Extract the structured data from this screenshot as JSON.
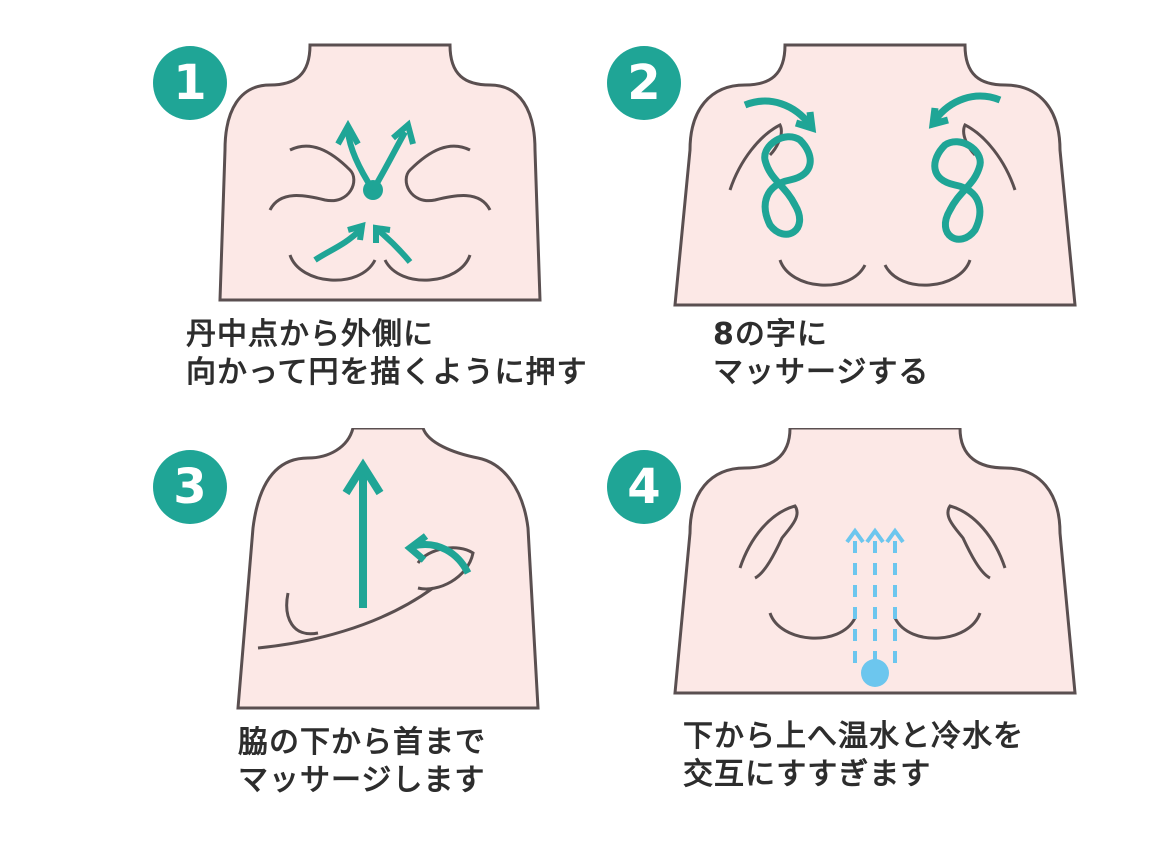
{
  "steps": [
    {
      "number": "1",
      "caption_line1": "丹中点から外側に",
      "caption_line2": "向かって円を描くように押す"
    },
    {
      "number": "2",
      "caption_line1": "8の字に",
      "caption_line2": "マッサージする"
    },
    {
      "number": "3",
      "caption_line1": "脇の下から首まで",
      "caption_line2": "マッサージします"
    },
    {
      "number": "4",
      "caption_line1": "下から上へ温水と冷水を",
      "caption_line2": "交互にすすぎます"
    }
  ],
  "colors": {
    "accent": "#1fa596",
    "skin": "#fce8e6",
    "outline": "#5a4f50",
    "water": "#6cc6ee",
    "text": "#2d2d2d"
  }
}
